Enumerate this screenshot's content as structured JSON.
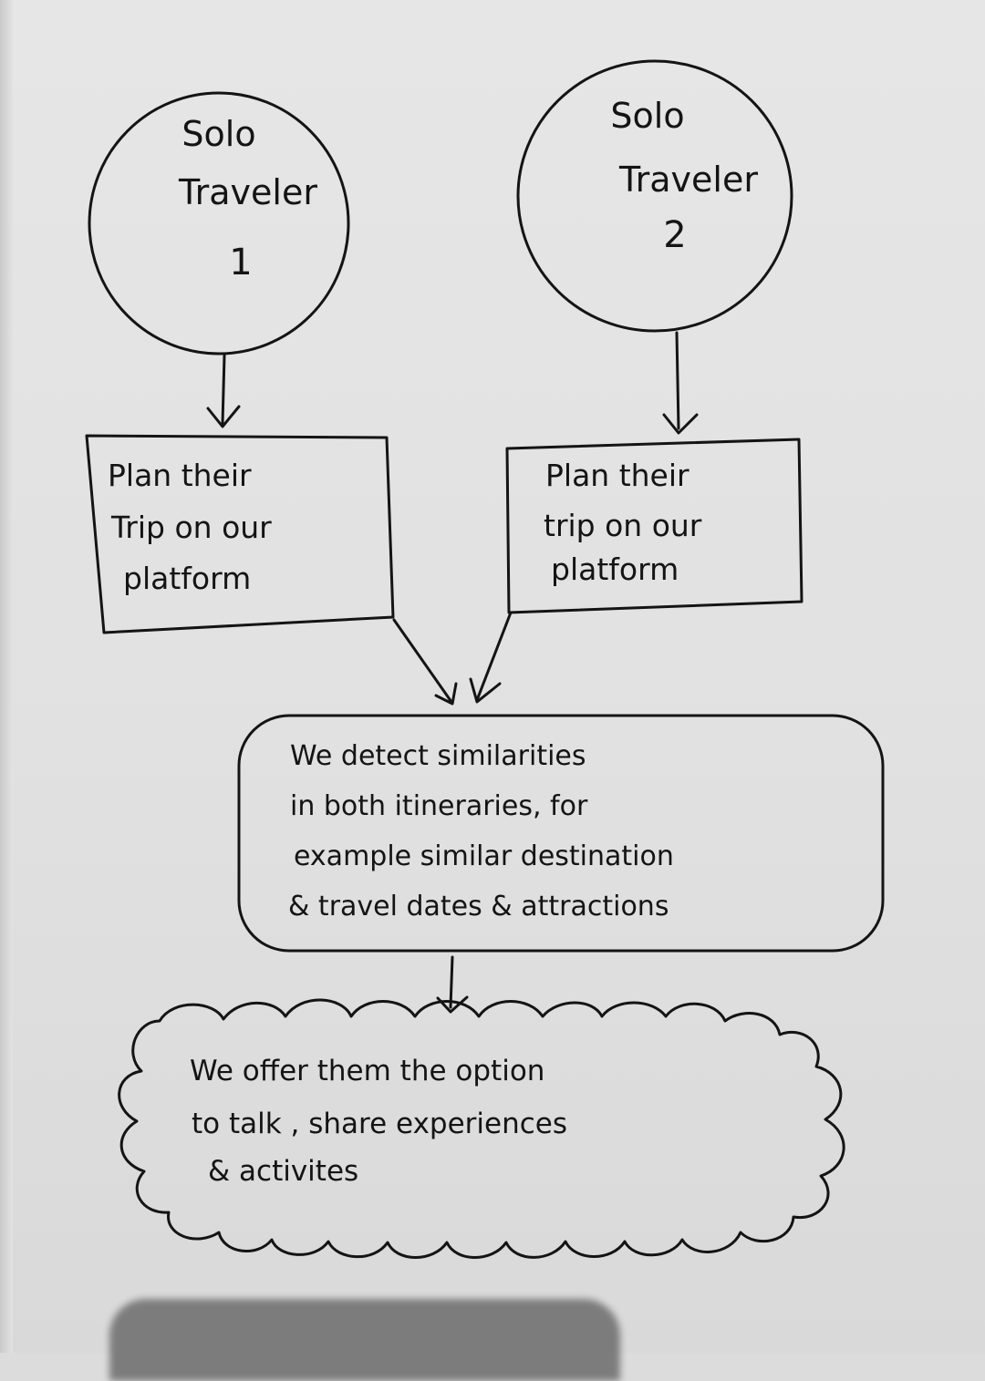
{
  "nodes": {
    "traveler1": {
      "line1": "Solo",
      "line2": "Traveler",
      "line3": "1"
    },
    "traveler2": {
      "line1": "Solo",
      "line2": "Traveler",
      "line3": "2"
    },
    "plan1": {
      "line1": "Plan their",
      "line2": "Trip on our",
      "line3": "platform"
    },
    "plan2": {
      "line1": "Plan their",
      "line2": "trip on our",
      "line3": "platform"
    },
    "detect": {
      "line1": "We detect similarities",
      "line2": "in both itineraries, for",
      "line3": "example similar destination",
      "line4": "& travel dates & attractions"
    },
    "offer": {
      "line1": "We offer them the option",
      "line2": "to talk , share experiences",
      "line3": "& activites"
    }
  },
  "colors": {
    "ink": "#141414",
    "paper": "#e3e3e3"
  }
}
